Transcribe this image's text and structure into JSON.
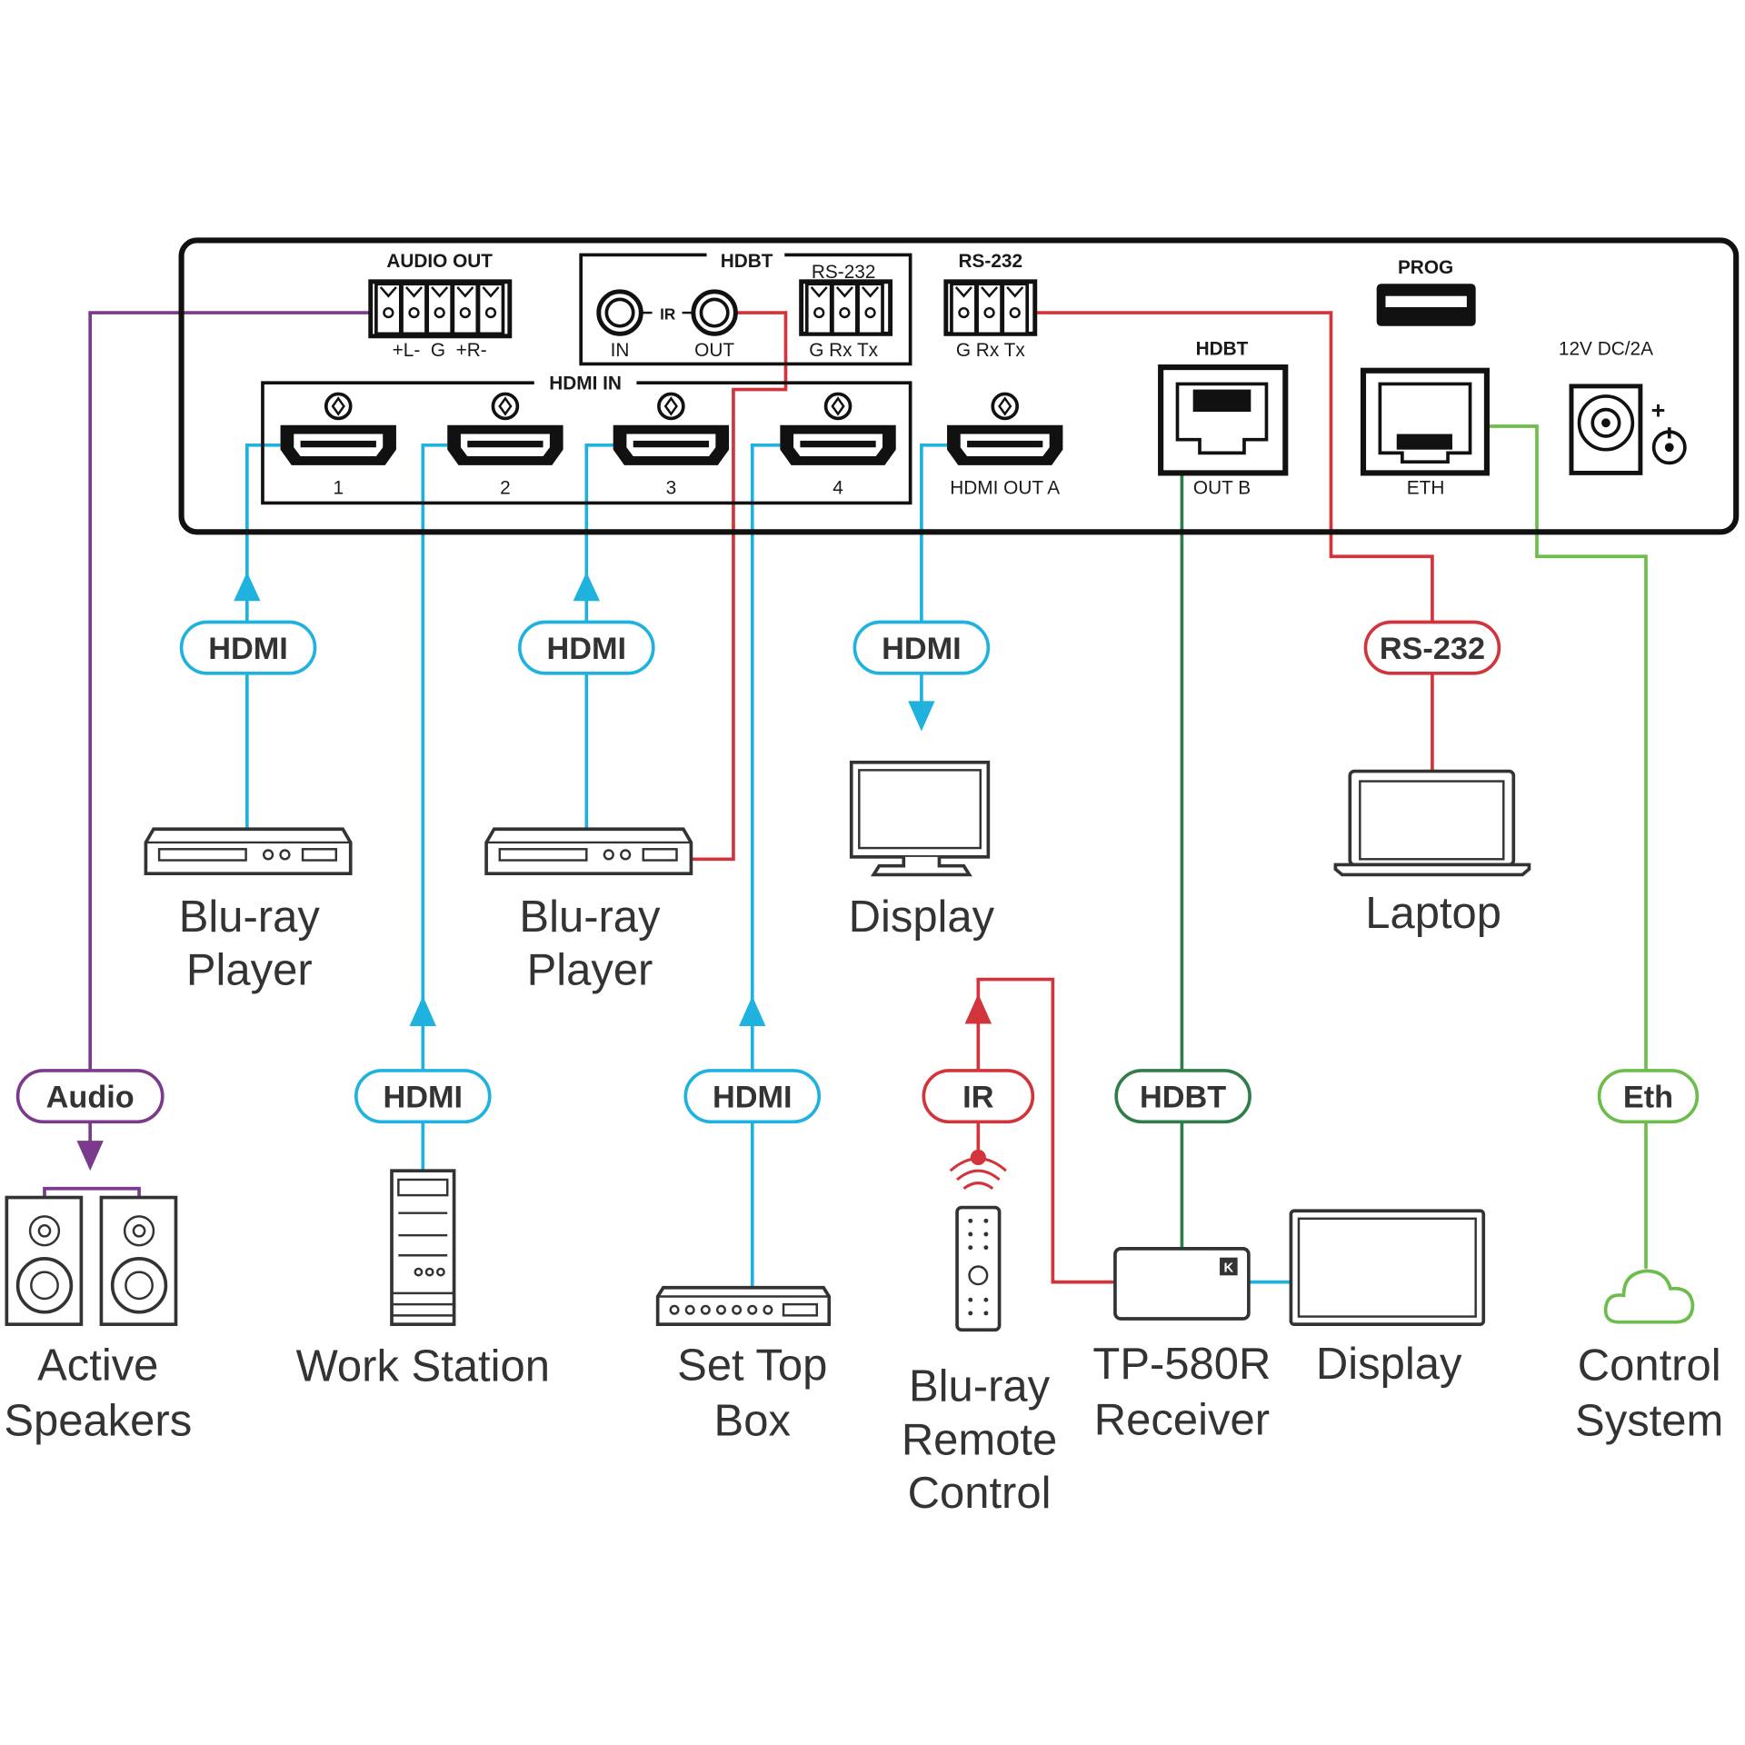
{
  "colors": {
    "hdmi": "#1fb2df",
    "audio": "#7b3a8c",
    "rs232": "#d1343a",
    "ir": "#d1343a",
    "hdbt": "#2f7d48",
    "eth": "#6cbd4c",
    "panel": "#111111"
  },
  "panel": {
    "audio_out": {
      "title": "AUDIO OUT",
      "pins": "+L-  G  +R-"
    },
    "hdbt_group": {
      "title": "HDBT",
      "ir_label": "IR",
      "ir_in": "IN",
      "ir_out": "OUT",
      "rs232_title": "RS-232",
      "rs232_pins": "G Rx Tx"
    },
    "rs232": {
      "title": "RS-232",
      "pins": "G Rx Tx"
    },
    "hdmi_in": {
      "title": "HDMI IN",
      "ports": [
        "1",
        "2",
        "3",
        "4"
      ]
    },
    "hdmi_out_a": "HDMI OUT A",
    "hdbt_out": {
      "title": "HDBT",
      "label": "OUT B"
    },
    "prog": "PROG",
    "eth": "ETH",
    "power": "12V DC/2A"
  },
  "connections": {
    "audio": "Audio",
    "hdmi1": "HDMI",
    "hdmi2": "HDMI",
    "hdmi3": "HDMI",
    "hdmi4": "HDMI",
    "hdmi_out": "HDMI",
    "rs232": "RS-232",
    "ir": "IR",
    "hdbt": "HDBT",
    "eth": "Eth"
  },
  "devices": {
    "bluray1": [
      "Blu-ray",
      "Player"
    ],
    "bluray2": [
      "Blu-ray",
      "Player"
    ],
    "display1": "Display",
    "laptop": "Laptop",
    "speakers": [
      "Active",
      "Speakers"
    ],
    "workstation": "Work Station",
    "settop": [
      "Set Top",
      "Box"
    ],
    "remote": [
      "Blu-ray",
      "Remote",
      "Control"
    ],
    "receiver": [
      "TP-580R",
      "Receiver"
    ],
    "display2": "Display",
    "control": [
      "Control",
      "System"
    ]
  }
}
